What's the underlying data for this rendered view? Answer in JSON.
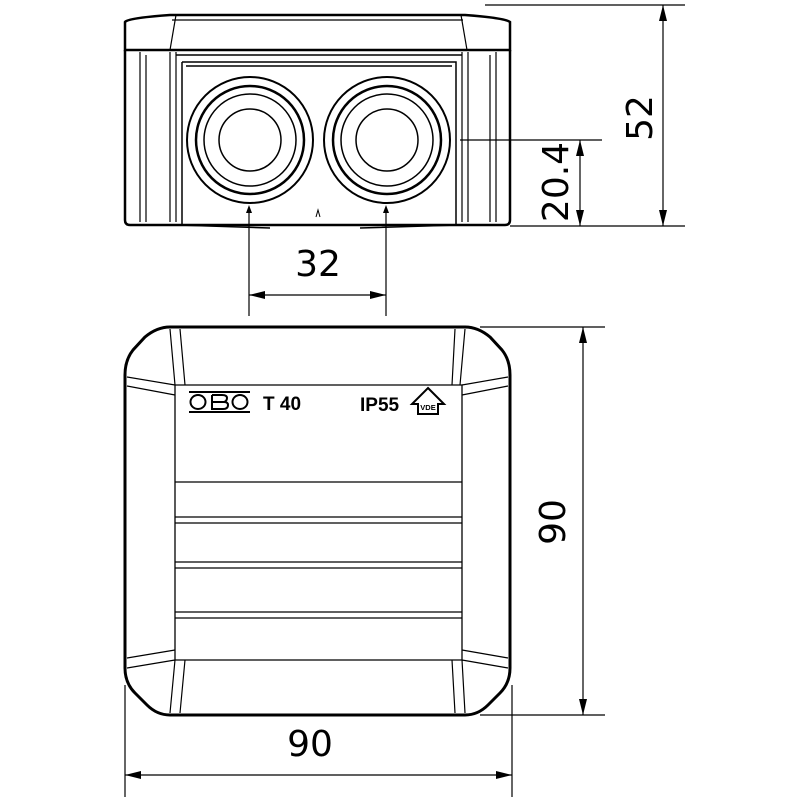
{
  "drawing": {
    "front_view": {
      "dimension_height": "52",
      "dimension_entry_height": "20.4",
      "dimension_entry_spacing": "32"
    },
    "top_view": {
      "logo": "OBO",
      "model": "T 40",
      "protection_rating": "IP55",
      "certification_mark": "VDE",
      "dimension_depth": "90",
      "dimension_width": "90"
    }
  }
}
